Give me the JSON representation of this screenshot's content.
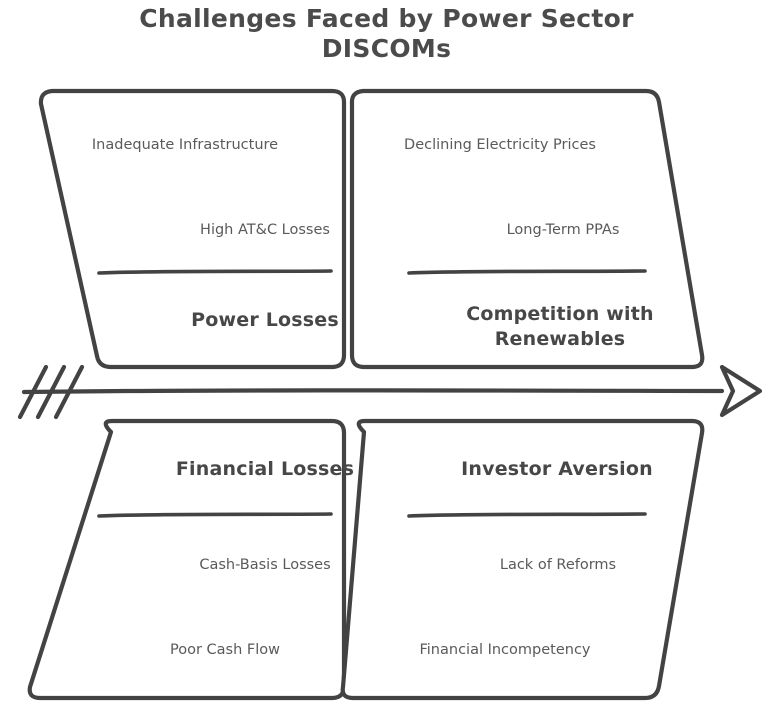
{
  "diagram": {
    "type": "fishbone-arrow",
    "title": {
      "line1": "Challenges Faced by Power Sector",
      "line2": "DISCOMs"
    },
    "colors": {
      "background": "#ffffff",
      "stroke": "#434343",
      "title_text": "#4b4b4b",
      "heading_text": "#474747",
      "item_text": "#5a5a5a"
    },
    "arrow": {
      "name": "main-timeline-arrow",
      "direction": "right",
      "feather_count": 3,
      "head_style": "open-chevron"
    },
    "branches": [
      {
        "id": "power-losses",
        "position": "top-left",
        "heading": "Power Losses",
        "items": [
          "Inadequate Infrastructure",
          "High AT&C Losses"
        ]
      },
      {
        "id": "competition-with-renewables",
        "position": "top-right",
        "heading": "Competition with Renewables",
        "heading_line1": "Competition with",
        "heading_line2": "Renewables",
        "items": [
          "Declining Electricity Prices",
          "Long-Term PPAs"
        ]
      },
      {
        "id": "financial-losses",
        "position": "bottom-left",
        "heading": "Financial Losses",
        "items": [
          "Cash-Basis Losses",
          "Poor Cash Flow"
        ]
      },
      {
        "id": "investor-aversion",
        "position": "bottom-right",
        "heading": "Investor Aversion",
        "items": [
          "Lack of Reforms",
          "Financial Incompetency"
        ]
      }
    ]
  }
}
